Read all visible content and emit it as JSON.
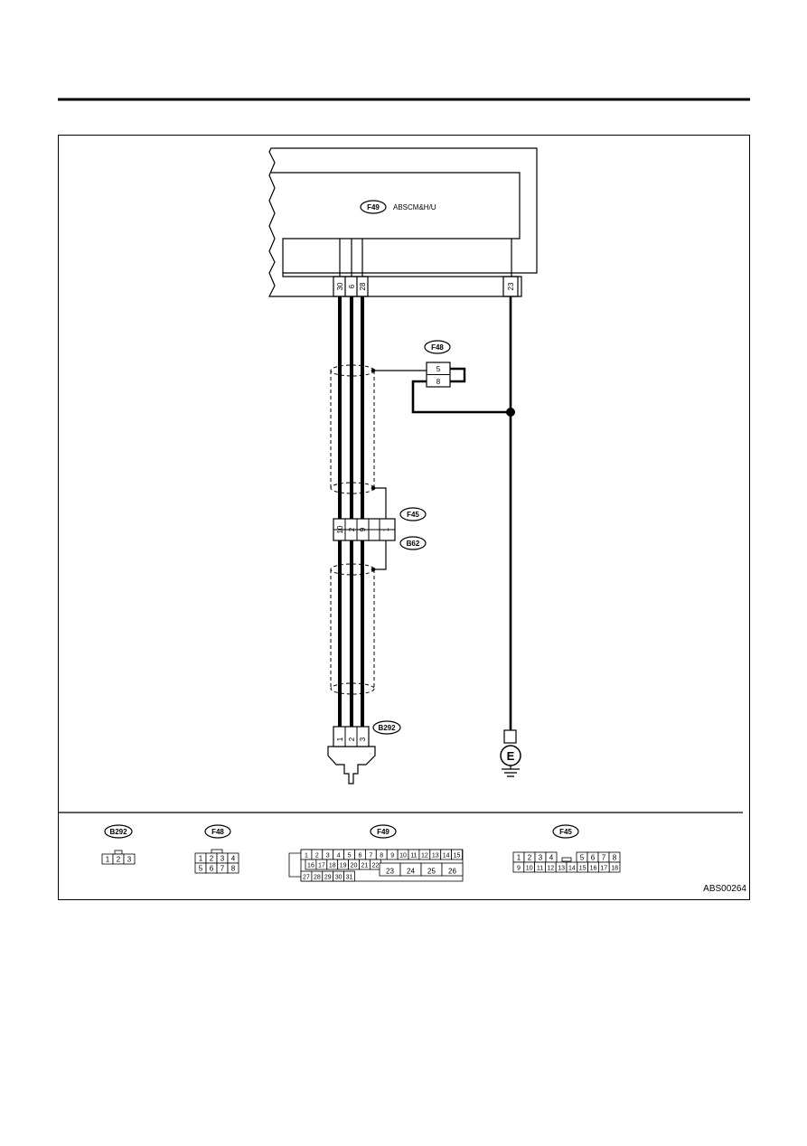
{
  "module": {
    "connector": "F49",
    "name": "ABSCM&H/U"
  },
  "module_pins": [
    "30",
    "6",
    "28",
    "23"
  ],
  "connectors": {
    "f48": {
      "label": "F48",
      "pins": [
        "5",
        "8"
      ]
    },
    "f45": {
      "label": "F45",
      "pins": [
        "10",
        "2",
        "9",
        "1"
      ]
    },
    "b62": {
      "label": "B62"
    },
    "b292": {
      "label": "B292",
      "pins": [
        "1",
        "2",
        "3"
      ]
    }
  },
  "ground": {
    "label": "E"
  },
  "face_views": {
    "b292": {
      "label": "B292",
      "pins": [
        "1",
        "2",
        "3"
      ]
    },
    "f48": {
      "label": "F48",
      "row1": [
        "1",
        "2",
        "3",
        "4"
      ],
      "row2": [
        "5",
        "6",
        "7",
        "8"
      ]
    },
    "f49": {
      "label": "F49",
      "row1": [
        "1",
        "2",
        "3",
        "4",
        "5",
        "6",
        "7",
        "8",
        "9",
        "10",
        "11",
        "12",
        "13",
        "14",
        "15"
      ],
      "row2": [
        "16",
        "17",
        "18",
        "19",
        "20",
        "21",
        "22"
      ],
      "row3": [
        "27",
        "28",
        "29",
        "30",
        "31"
      ],
      "wide": [
        "23",
        "24",
        "25",
        "26"
      ]
    },
    "f45": {
      "label": "F45",
      "row1a": [
        "1",
        "2",
        "3",
        "4"
      ],
      "row1b": [
        "5",
        "6",
        "7",
        "8"
      ],
      "row2": [
        "9",
        "10",
        "11",
        "12",
        "13",
        "14",
        "15",
        "16",
        "17",
        "18"
      ]
    }
  },
  "figure_id": "ABS00264"
}
